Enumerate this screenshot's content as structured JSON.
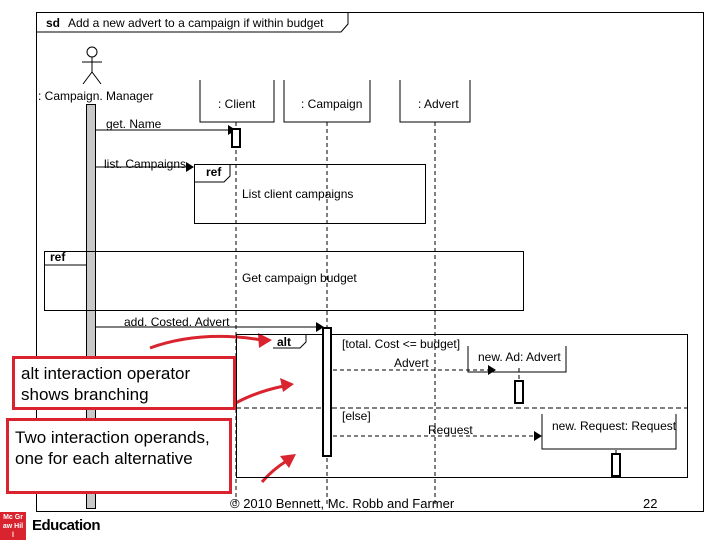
{
  "frame": {
    "sd_keyword": "sd",
    "title": "Add a new advert to a campaign if within budget"
  },
  "lifelines": {
    "campaign_manager": ": Campaign. Manager",
    "client": ": Client",
    "campaign": ": Campaign",
    "advert": ": Advert"
  },
  "messages": {
    "get_name": "get. Name",
    "list_campaigns": "list. Campaigns",
    "add_costed_advert": "add. Costed. Advert",
    "advert": "Advert",
    "request": "Request"
  },
  "fragments": {
    "ref1": {
      "keyword": "ref",
      "label": "List client campaigns"
    },
    "ref2": {
      "keyword": "ref",
      "label": "Get campaign budget"
    },
    "alt": {
      "keyword": "alt",
      "guard1": "[total. Cost <= budget]",
      "guard2": "[else]"
    }
  },
  "objects": {
    "new_ad": "new. Ad: Advert",
    "new_request": "new. Request: Request"
  },
  "callouts": {
    "alt_operator": "alt interaction operator shows branching",
    "operands": "Two interaction operands, one for each alternative"
  },
  "footer": {
    "copyright": "© 2010 Bennett, Mc. Robb and Farmer",
    "page_number": "22",
    "publisher_logo": "Mc Graw Hill",
    "publisher_division": "Education"
  },
  "colors": {
    "callout_border": "#d9232e",
    "activation_fill": "#c8c8c8"
  }
}
